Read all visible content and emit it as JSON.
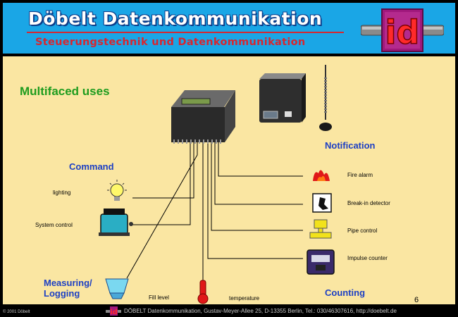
{
  "header": {
    "title": "Döbelt Datenkommunikation",
    "subtitle": "Steuerungstechnik und Datenkommunikation",
    "logo_text": "id"
  },
  "heading": "Multifaced uses",
  "sections": {
    "command": "Command",
    "notification": "Notification",
    "measuring": "Measuring/\nLogging",
    "counting": "Counting"
  },
  "command_items": [
    "lighting",
    "System control"
  ],
  "notification_items": [
    "Fire alarm",
    "Break-in detector",
    "Pipe control",
    "Impulse counter"
  ],
  "measure_items": [
    "Fill level",
    "temperature"
  ],
  "page_number": "6",
  "footer": {
    "copyright": "© 2001 Döbelt",
    "address": "DÖBELT Datenkommunikation, Gustav-Meyer-Allee 25, D-13355 Berlin, Tel.: 030/46307616, http://doebelt.de"
  },
  "colors": {
    "header_bg": "#1aa6e6",
    "content_bg": "#fae6a2",
    "heading": "#1e9c1e",
    "section": "#1c3fc4",
    "wire": "#000000",
    "footer_text": "#c8c8c8"
  }
}
